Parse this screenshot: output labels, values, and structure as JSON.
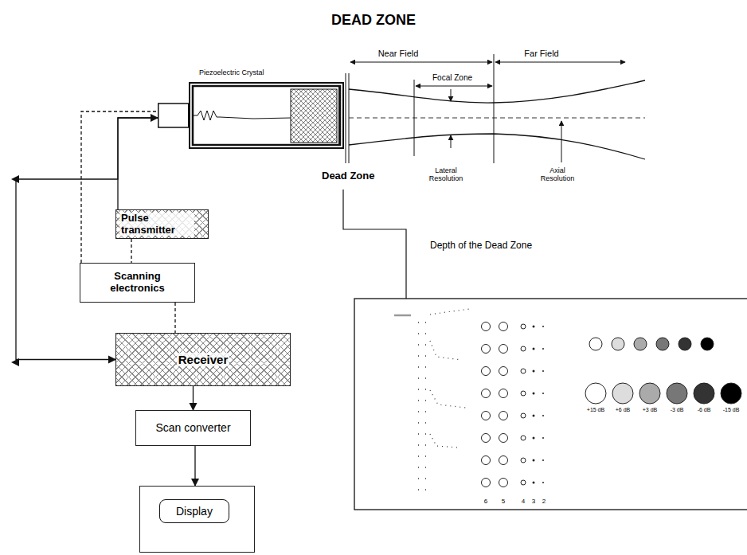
{
  "diagram": {
    "title": "DEAD ZONE",
    "nodes": [
      {
        "text": [
          "Piezoelectric Crystal"
        ]
      },
      {
        "text": [
          "Pulse transmitter"
        ]
      },
      {
        "text": [
          "Scanning electronics"
        ]
      },
      {
        "text": [
          "Receiver"
        ]
      },
      {
        "text": [
          "Scan converter"
        ]
      },
      {
        "text": [
          "Display"
        ]
      }
    ],
    "edges": [
      {
        "from": 1,
        "to": 0,
        "arrow": "to"
      },
      {
        "from": 0,
        "to": 3,
        "arrow": "to"
      },
      {
        "from": 2,
        "to": 0,
        "arrow": "none"
      },
      {
        "from": 1,
        "to": 2,
        "arrow": "none"
      },
      {
        "from": 2,
        "to": 3,
        "arrow": "none"
      },
      {
        "from": 3,
        "to": 4,
        "arrow": "to"
      },
      {
        "from": 4,
        "to": 5,
        "arrow": "to"
      }
    ],
    "labels": [
      "Near Field",
      "Far Field",
      "Focal Zone",
      "Dead Zone",
      "Lateral Resolution",
      "Axial Resolution",
      "Depth of the Dead Zone",
      "6",
      "5",
      "4",
      "3",
      "2",
      "+15 dB",
      "+6 dB",
      "+3 dB",
      "-3 dB",
      "-6 dB",
      "-15 dB"
    ]
  }
}
